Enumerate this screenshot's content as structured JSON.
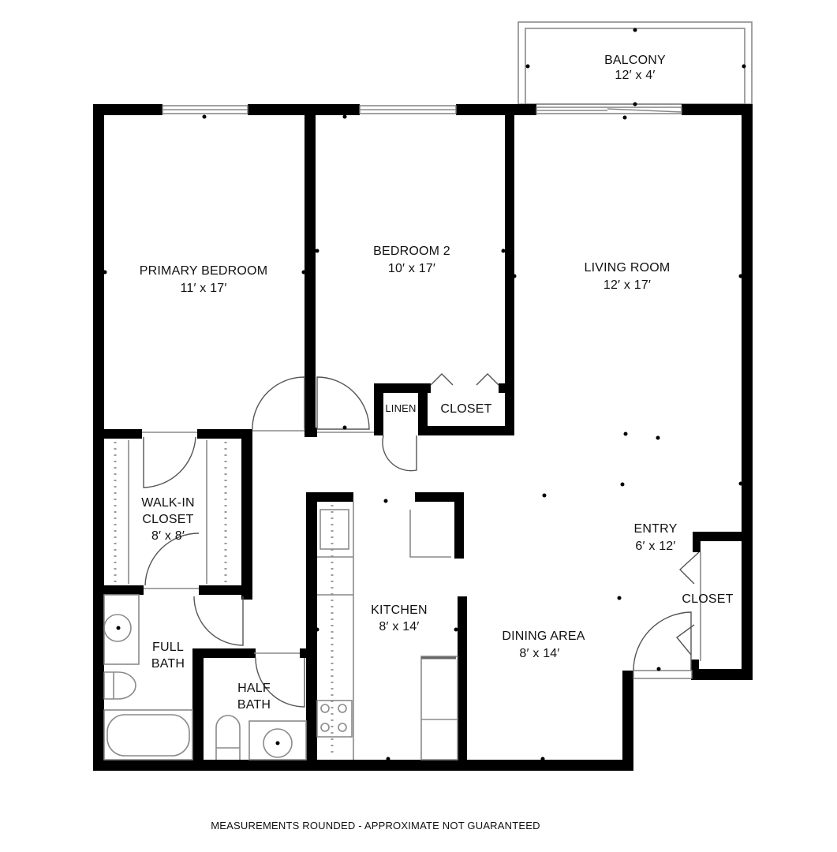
{
  "floorplan": {
    "rooms": [
      {
        "id": "balcony",
        "name": "BALCONY",
        "size": "12′ x 4′"
      },
      {
        "id": "primary-bedroom",
        "name": "PRIMARY BEDROOM",
        "size": "11′ x 17′"
      },
      {
        "id": "bedroom-2",
        "name": "BEDROOM 2",
        "size": "10′ x 17′"
      },
      {
        "id": "living-room",
        "name": "LIVING ROOM",
        "size": "12′ x 17′"
      },
      {
        "id": "walk-in-closet",
        "name_line1": "WALK-IN",
        "name_line2": "CLOSET",
        "size": "8′ x 8′"
      },
      {
        "id": "kitchen",
        "name": "KITCHEN",
        "size": "8′ x 14′"
      },
      {
        "id": "entry",
        "name": "ENTRY",
        "size": "6′ x 12′"
      },
      {
        "id": "dining-area",
        "name": "DINING AREA",
        "size": "8′ x 14′"
      },
      {
        "id": "full-bath",
        "name_line1": "FULL",
        "name_line2": "BATH"
      },
      {
        "id": "half-bath",
        "name_line1": "HALF",
        "name_line2": "BATH"
      },
      {
        "id": "linen",
        "name": "LINEN"
      },
      {
        "id": "bedroom-closet",
        "name": "CLOSET"
      },
      {
        "id": "entry-closet",
        "name": "CLOSET"
      }
    ],
    "disclaimer": "MEASUREMENTS ROUNDED - APPROXIMATE NOT GUARANTEED",
    "colors": {
      "wall": "#000000",
      "fixture": "#8a8a8a",
      "background": "#ffffff"
    }
  }
}
